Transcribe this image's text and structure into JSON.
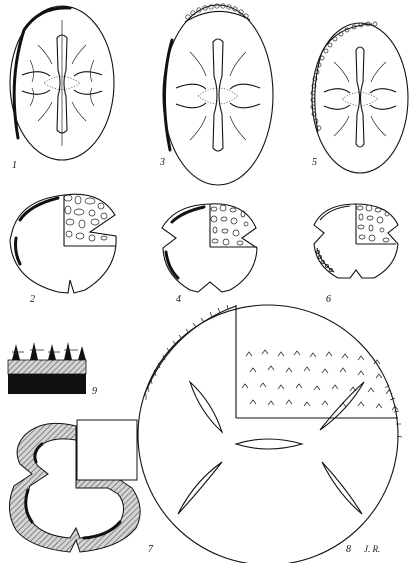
{
  "figure_labels": {
    "fig1": "1",
    "fig2": "2",
    "fig3": "3",
    "fig4": "4",
    "fig5": "5",
    "fig6": "6",
    "fig7": "7",
    "fig8": "8",
    "fig9": "9"
  },
  "signature": "J. R.",
  "colors": {
    "ink": "#111111",
    "paper": "#ffffff",
    "hatch": "#6a6a6a"
  }
}
